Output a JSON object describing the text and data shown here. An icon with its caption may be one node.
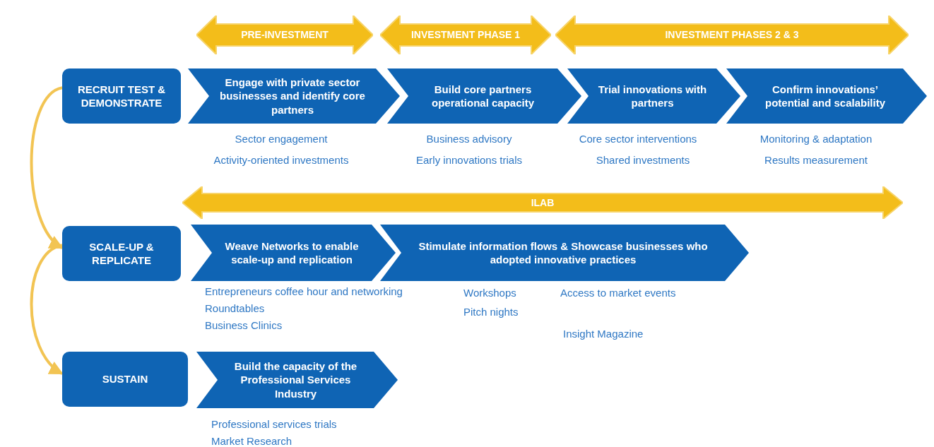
{
  "diagram": {
    "nodes": [
      {
        "text": [
          "PRE-INVESTMENT"
        ]
      },
      {
        "text": [
          "INVESTMENT PHASE 1"
        ]
      },
      {
        "text": [
          "INVESTMENT PHASES 2 & 3"
        ]
      },
      {
        "text": [
          "RECRUIT TEST & DEMONSTRATE"
        ]
      },
      {
        "text": [
          "Engage with private sector businesses and identify core partners"
        ],
        "beside": [
          "Sector engagement",
          "Activity-oriented investments"
        ]
      },
      {
        "text": [
          "Build core partners operational capacity"
        ],
        "beside": [
          "Business advisory",
          "Early innovations trials"
        ]
      },
      {
        "text": [
          "Trial innovations with partners"
        ],
        "beside": [
          "Core sector interventions",
          "Shared investments"
        ]
      },
      {
        "text": [
          "Confirm innovations’ potential and scalability"
        ],
        "beside": [
          "Monitoring & adaptation",
          "Results measurement"
        ]
      },
      {
        "text": [
          "ILAB"
        ]
      },
      {
        "text": [
          "SCALE-UP & REPLICATE"
        ]
      },
      {
        "text": [
          "Weave Networks to enable scale-up and replication"
        ],
        "beside": [
          "Entrepreneurs coffee hour and networking",
          "Roundtables",
          "Business Clinics"
        ]
      },
      {
        "text": [
          "Stimulate information flows & Showcase businesses who adopted innovative practices"
        ],
        "beside": [
          "Workshops",
          "Pitch nights",
          "Access to market events",
          "Insight Magazine"
        ]
      },
      {
        "text": [
          "SUSTAIN"
        ]
      },
      {
        "text": [
          "Build the capacity of the Professional Services Industry"
        ],
        "beside": [
          "Professional services trials",
          "Market Research"
        ]
      }
    ],
    "edges": [
      {
        "from": 3,
        "to": 9,
        "arrow": "to"
      },
      {
        "from": 9,
        "to": 12,
        "arrow": "to"
      }
    ]
  }
}
